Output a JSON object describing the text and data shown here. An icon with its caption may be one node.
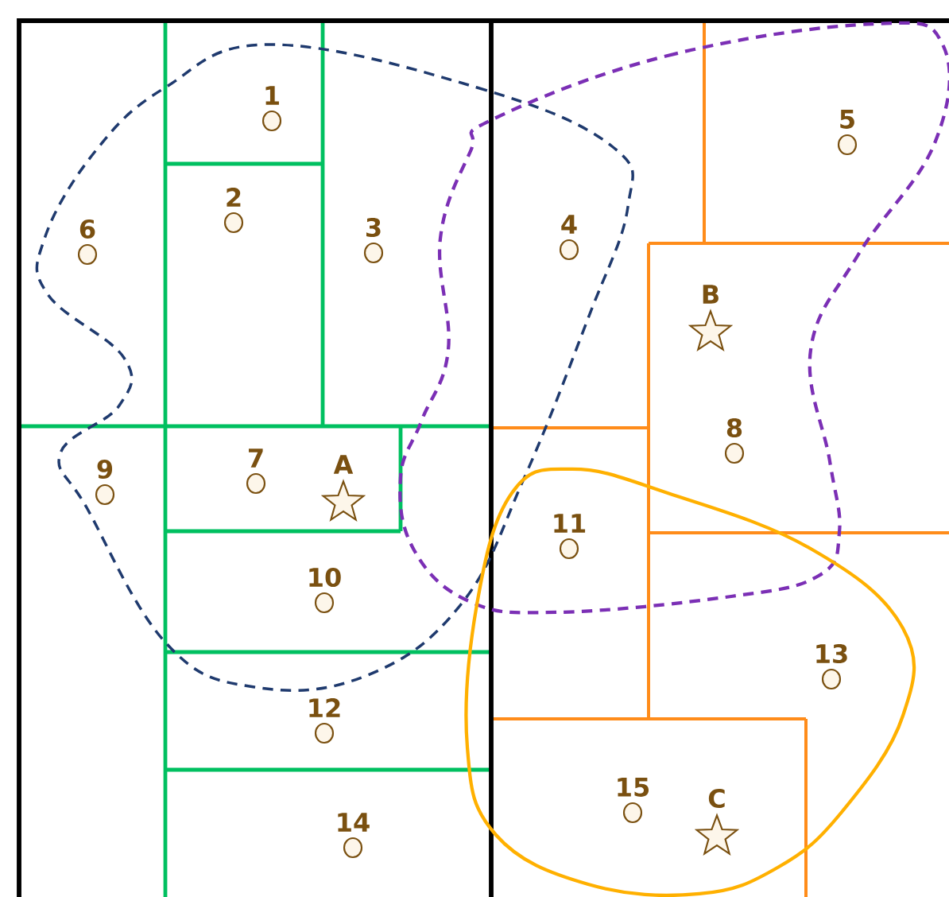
{
  "diagram": {
    "labels": [
      "1",
      "2",
      "3",
      "4",
      "5",
      "6",
      "7",
      "8",
      "9",
      "10",
      "11",
      "12",
      "13",
      "14",
      "15",
      "A",
      "B",
      "C"
    ]
  }
}
